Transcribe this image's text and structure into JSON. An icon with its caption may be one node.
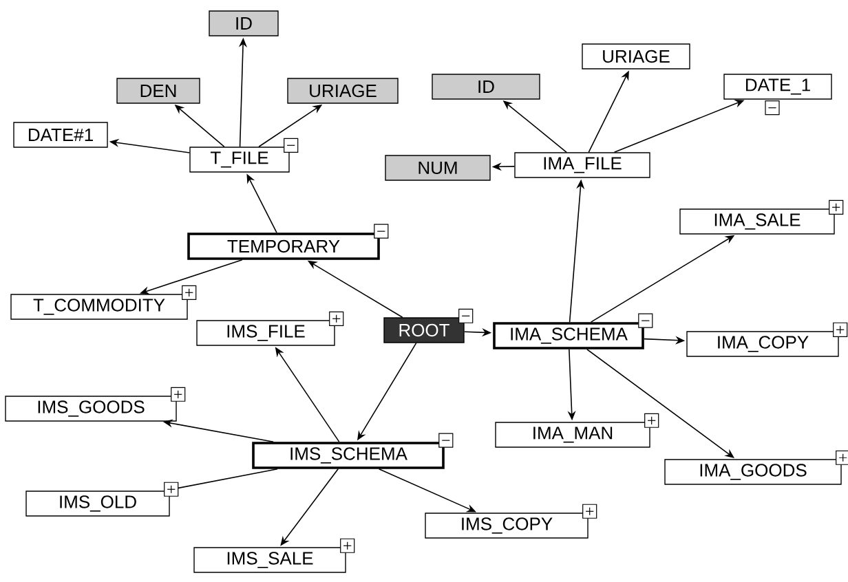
{
  "diagram": {
    "nodes": [
      {
        "text": [
          "ID"
        ]
      },
      {
        "text": [
          "DEN"
        ]
      },
      {
        "text": [
          "URIAGE"
        ]
      },
      {
        "text": [
          "DATE#1"
        ]
      },
      {
        "text": [
          "T_FILE"
        ]
      },
      {
        "text": [
          "TEMPORARY"
        ]
      },
      {
        "text": [
          "T_COMMODITY"
        ]
      },
      {
        "text": [
          "IMS_FILE"
        ]
      },
      {
        "text": [
          "ROOT"
        ]
      },
      {
        "text": [
          "IMA_SCHEMA"
        ]
      },
      {
        "text": [
          "ID"
        ]
      },
      {
        "text": [
          "URIAGE"
        ]
      },
      {
        "text": [
          "DATE_1"
        ]
      },
      {
        "text": [
          "NUM"
        ]
      },
      {
        "text": [
          "IMA_FILE"
        ]
      },
      {
        "text": [
          "IMA_SALE"
        ]
      },
      {
        "text": [
          "IMA_COPY"
        ]
      },
      {
        "text": [
          "IMS_GOODS"
        ]
      },
      {
        "text": [
          "IMS_SCHEMA"
        ]
      },
      {
        "text": [
          "IMA_MAN"
        ]
      },
      {
        "text": [
          "IMA_GOODS"
        ]
      },
      {
        "text": [
          "IMS_OLD"
        ]
      },
      {
        "text": [
          "IMS_COPY"
        ]
      },
      {
        "text": [
          "IMS_SALE"
        ]
      }
    ],
    "edges": [
      {
        "from": 8,
        "to": 5,
        "arrow": "to"
      },
      {
        "from": 8,
        "to": 9,
        "arrow": "to"
      },
      {
        "from": 8,
        "to": 18,
        "arrow": "to"
      },
      {
        "from": 5,
        "to": 4,
        "arrow": "to"
      },
      {
        "from": 5,
        "to": 6,
        "arrow": "to"
      },
      {
        "from": 4,
        "to": 0,
        "arrow": "to"
      },
      {
        "from": 4,
        "to": 1,
        "arrow": "to"
      },
      {
        "from": 4,
        "to": 2,
        "arrow": "to"
      },
      {
        "from": 4,
        "to": 3,
        "arrow": "to"
      },
      {
        "from": 9,
        "to": 14,
        "arrow": "to"
      },
      {
        "from": 9,
        "to": 15,
        "arrow": "to"
      },
      {
        "from": 9,
        "to": 16,
        "arrow": "to"
      },
      {
        "from": 9,
        "to": 19,
        "arrow": "to"
      },
      {
        "from": 9,
        "to": 20,
        "arrow": "to"
      },
      {
        "from": 14,
        "to": 10,
        "arrow": "to"
      },
      {
        "from": 14,
        "to": 11,
        "arrow": "to"
      },
      {
        "from": 14,
        "to": 12,
        "arrow": "to"
      },
      {
        "from": 14,
        "to": 13,
        "arrow": "to"
      },
      {
        "from": 18,
        "to": 7,
        "arrow": "to"
      },
      {
        "from": 18,
        "to": 17,
        "arrow": "to"
      },
      {
        "from": 18,
        "to": 21,
        "arrow": "to"
      },
      {
        "from": 18,
        "to": 23,
        "arrow": "to"
      },
      {
        "from": 18,
        "to": 22,
        "arrow": "to"
      }
    ]
  }
}
